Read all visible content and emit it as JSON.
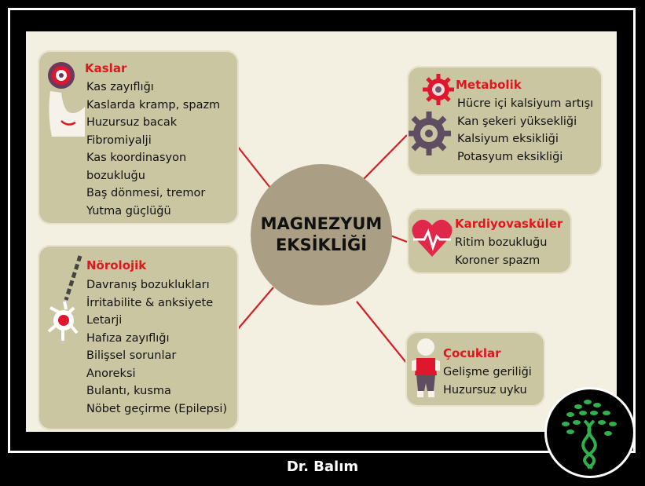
{
  "center": {
    "line1": "MAGNEZYUM",
    "line2": "EKSİKLİĞİ"
  },
  "boxes": {
    "kaslar": {
      "title": "Kaslar",
      "items": [
        "Kas zayıflığı",
        "Kaslarda kramp, spazm",
        "Huzursuz bacak",
        "Fibromiyalji",
        "Kas koordinasyon",
        "bozukluğu",
        "Baş dönmesi, tremor",
        "Yutma güçlüğü"
      ]
    },
    "norolojik": {
      "title": "Nörolojik",
      "items": [
        "Davranış bozuklukları",
        "İrritabilite & anksiyete",
        "Letarji",
        "Hafıza zayıflığı",
        "Bilişsel sorunlar",
        "Anoreksi",
        "Bulantı, kusma",
        "Nöbet geçirme (Epilepsi)"
      ]
    },
    "metabolik": {
      "title": "Metabolik",
      "items": [
        "Hücre içi kalsiyum artışı",
        "Kan şekeri yüksekliği",
        "Kalsiyum eksikliği",
        "Potasyum eksikliği"
      ]
    },
    "kardiyo": {
      "title": "Kardiyovasküler",
      "items": [
        "Ritim bozukluğu",
        "Koroner spazm"
      ]
    },
    "cocuklar": {
      "title": "Çocuklar",
      "items": [
        "Gelişme geriliği",
        "Huzursuz uyku"
      ]
    }
  },
  "footer": {
    "author": "Dr. Balım"
  },
  "colors": {
    "title_red": "#e0161e",
    "connector": "#d21f26",
    "box": "#cbc6a2",
    "circle": "#aa9f84"
  },
  "icons": [
    "muscle-icon",
    "neuron-icon",
    "gears-icon",
    "heart-pulse-icon",
    "child-icon",
    "tree-dna-logo-icon"
  ]
}
